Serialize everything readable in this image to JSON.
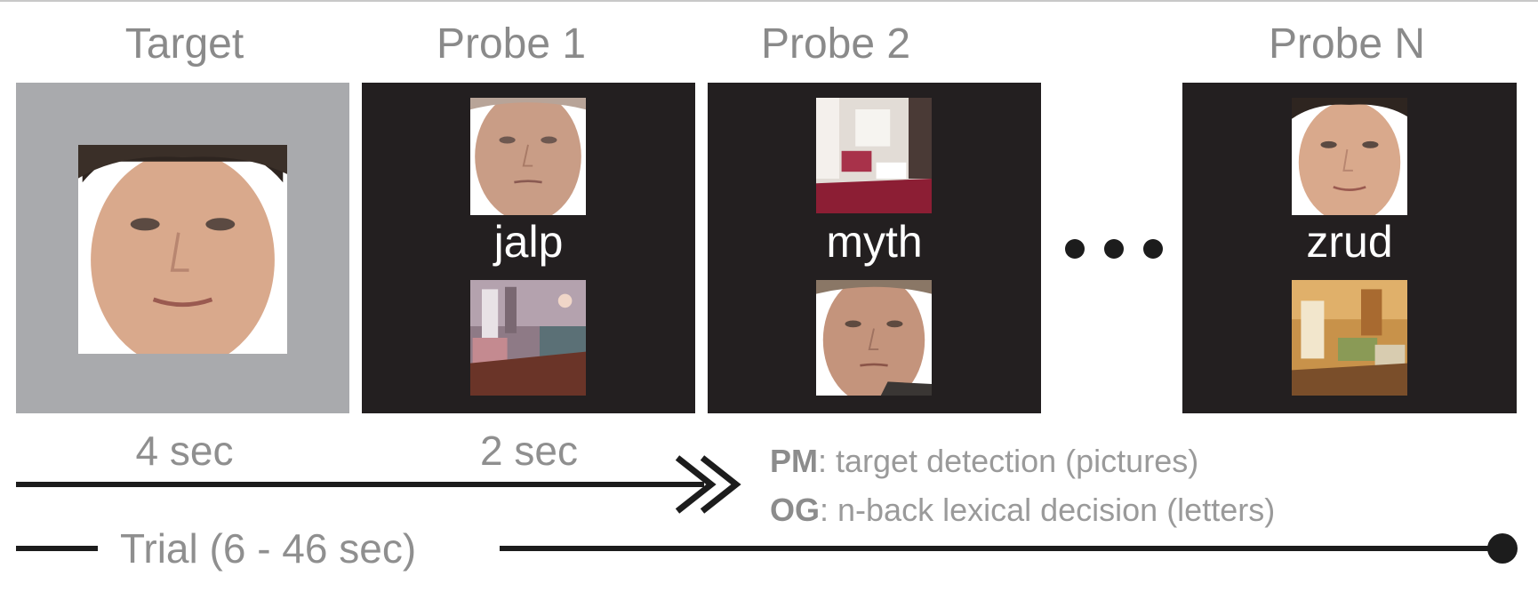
{
  "titles": {
    "target": "Target",
    "probe1": "Probe 1",
    "probe2": "Probe 2",
    "probeN": "Probe N"
  },
  "probes": {
    "probe1": {
      "word": "jalp"
    },
    "probe2": {
      "word": "myth"
    },
    "probeN": {
      "word": "zrud"
    }
  },
  "durations": {
    "target": "4 sec",
    "probe": "2 sec"
  },
  "legend": {
    "pm_key": "PM",
    "pm_text": ": target detection (pictures)",
    "og_key": "OG",
    "og_text": ": n-back lexical decision (letters)"
  },
  "trial_label": "Trial (6 - 46 sec)",
  "colors": {
    "target_panel": "#a9aaad",
    "probe_panel": "#231f20",
    "text_gray": "#8a8a8a",
    "arrow": "#1c1c1c"
  },
  "icons": {
    "face": "face-photo-icon",
    "scene": "room-scene-photo-icon",
    "ellipsis": "ellipsis-dots-icon",
    "double_chevron": "double-chevron-arrow-icon"
  }
}
